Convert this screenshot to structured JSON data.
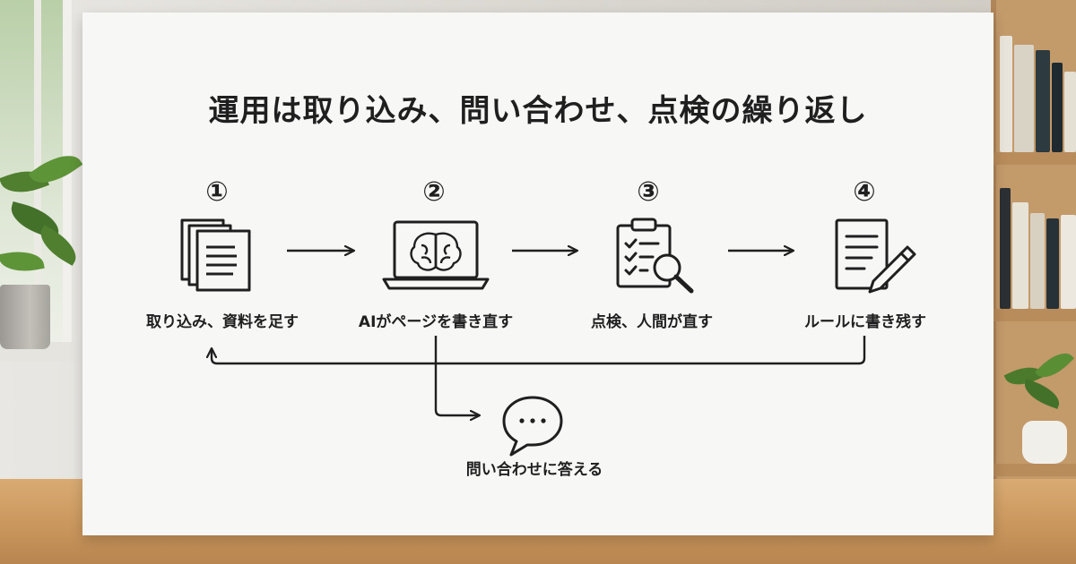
{
  "diagram": {
    "title": "運用は取り込み、問い合わせ、点検の繰り返し",
    "steps": [
      {
        "number": "①",
        "label": "取り込み、資料を足す",
        "icon": "documents-icon"
      },
      {
        "number": "②",
        "label": "AIがページを書き直す",
        "icon": "laptop-brain-icon"
      },
      {
        "number": "③",
        "label": "点検、人間が直す",
        "icon": "clipboard-magnifier-icon"
      },
      {
        "number": "④",
        "label": "ルールに書き残す",
        "icon": "document-pencil-icon"
      }
    ],
    "branch": {
      "label": "問い合わせに答える",
      "icon": "speech-bubble-icon"
    }
  }
}
